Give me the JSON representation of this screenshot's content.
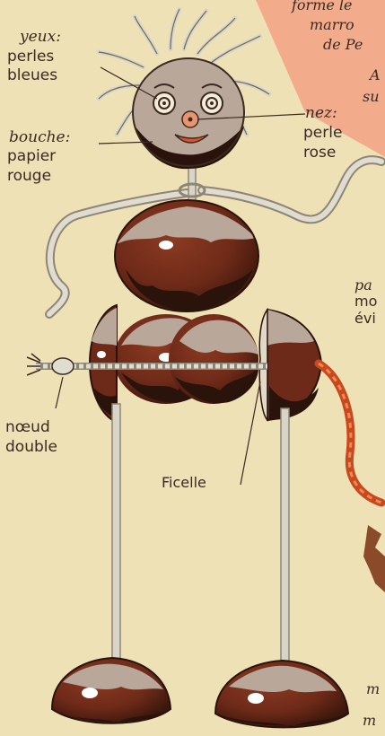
{
  "labels": {
    "eyes_title": "yeux:",
    "eyes_line1": "perles",
    "eyes_line2": "bleues",
    "mouth_title": "bouche:",
    "mouth_line1": "papier",
    "mouth_line2": "rouge",
    "nose_title": "nez:",
    "nose_line1": "perle",
    "nose_line2": "rose",
    "knot_line1": "nœud",
    "knot_line2": "double",
    "string": "Ficelle",
    "corner_line1": "forme le",
    "corner_line2": "marro",
    "corner_line3": "de Pe",
    "corner_line4": "A",
    "corner_line5": "su",
    "right_line1": "pa",
    "right_line2": "mo",
    "right_line3": "évi",
    "bottom_right_1": "m",
    "bottom_right_2": "m"
  },
  "colors": {
    "paper": "#efe1b6",
    "chestnut": "#6e2a18",
    "chestnut_dark": "#2a130b",
    "chestnut_cap": "#b9a79a",
    "wire": "#d8d4c8",
    "mouth": "#e1502a",
    "nose": "#e8946e",
    "salmon": "#f2ac8c",
    "rope": "#c9481c"
  }
}
